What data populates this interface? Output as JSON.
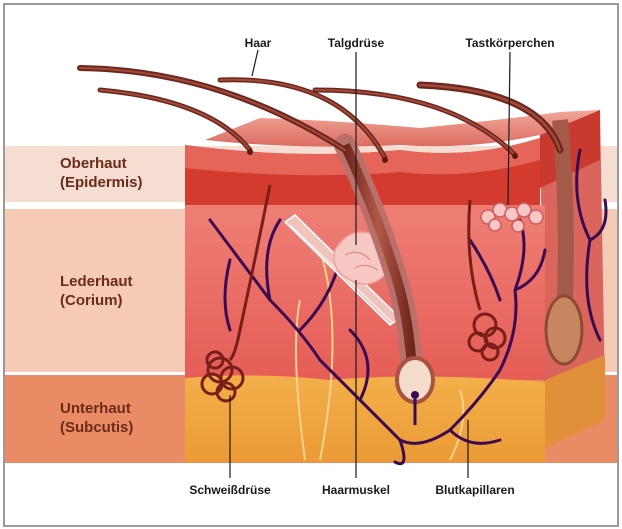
{
  "layers": [
    {
      "name_line1": "Oberhaut",
      "name_line2": "(Epidermis)"
    },
    {
      "name_line1": "Lederhaut",
      "name_line2": "(Corium)"
    },
    {
      "name_line1": "Unterhaut",
      "name_line2": "(Subcutis)"
    }
  ],
  "callouts_top": [
    "Haar",
    "Talgdrüse",
    "Tastkörperchen"
  ],
  "callouts_bottom": [
    "Schweißdrüse",
    "Haarmuskel",
    "Blutkapillaren"
  ],
  "colors": {
    "band_epidermis": "#f6ddd1",
    "band_corium": "#f5cab6",
    "band_subcutis": "#e98b64",
    "label_text": "#6b2b1a",
    "skin_top": "#e8897c",
    "epidermis": "#d23a2e",
    "corium": "#e86a63",
    "subcutis": "#eea23c",
    "vessel": "#3b0a52",
    "hair": "#7a2b20"
  }
}
